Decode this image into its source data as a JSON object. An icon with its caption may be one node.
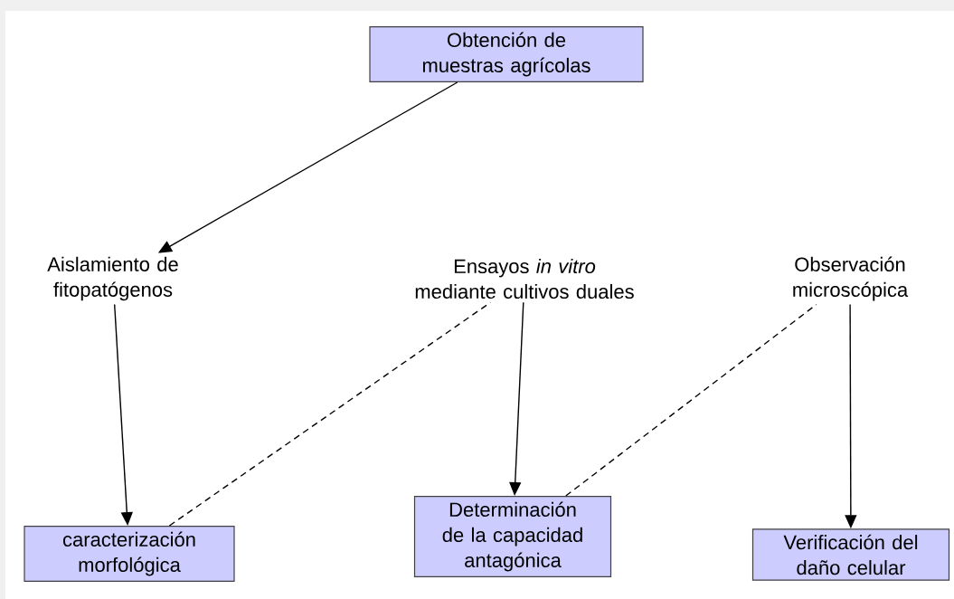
{
  "diagram": {
    "nodes": [
      {
        "text": [
          "Obtención de muestras agrícolas"
        ]
      },
      {
        "text": [
          "Aislamiento de fitopatógenos"
        ]
      },
      {
        "text": [
          "Ensayos *in vitro* mediante cultivos duales"
        ]
      },
      {
        "text": [
          "Observación microscópica"
        ]
      },
      {
        "text": [
          "caracterización morfológica"
        ]
      },
      {
        "text": [
          "Determinación de la capacidad antagónica"
        ]
      },
      {
        "text": [
          "Verificación del daño celular"
        ]
      }
    ],
    "edges": [
      {
        "from": 0,
        "to": 1,
        "arrow": "to"
      },
      {
        "from": 1,
        "to": 4,
        "arrow": "to"
      },
      {
        "from": 2,
        "to": 5,
        "arrow": "to"
      },
      {
        "from": 3,
        "to": 6,
        "arrow": "to"
      },
      {
        "from": 4,
        "to": 2,
        "arrow": "none",
        "style": "dashed"
      },
      {
        "from": 5,
        "to": 3,
        "arrow": "none",
        "style": "dashed"
      }
    ]
  }
}
